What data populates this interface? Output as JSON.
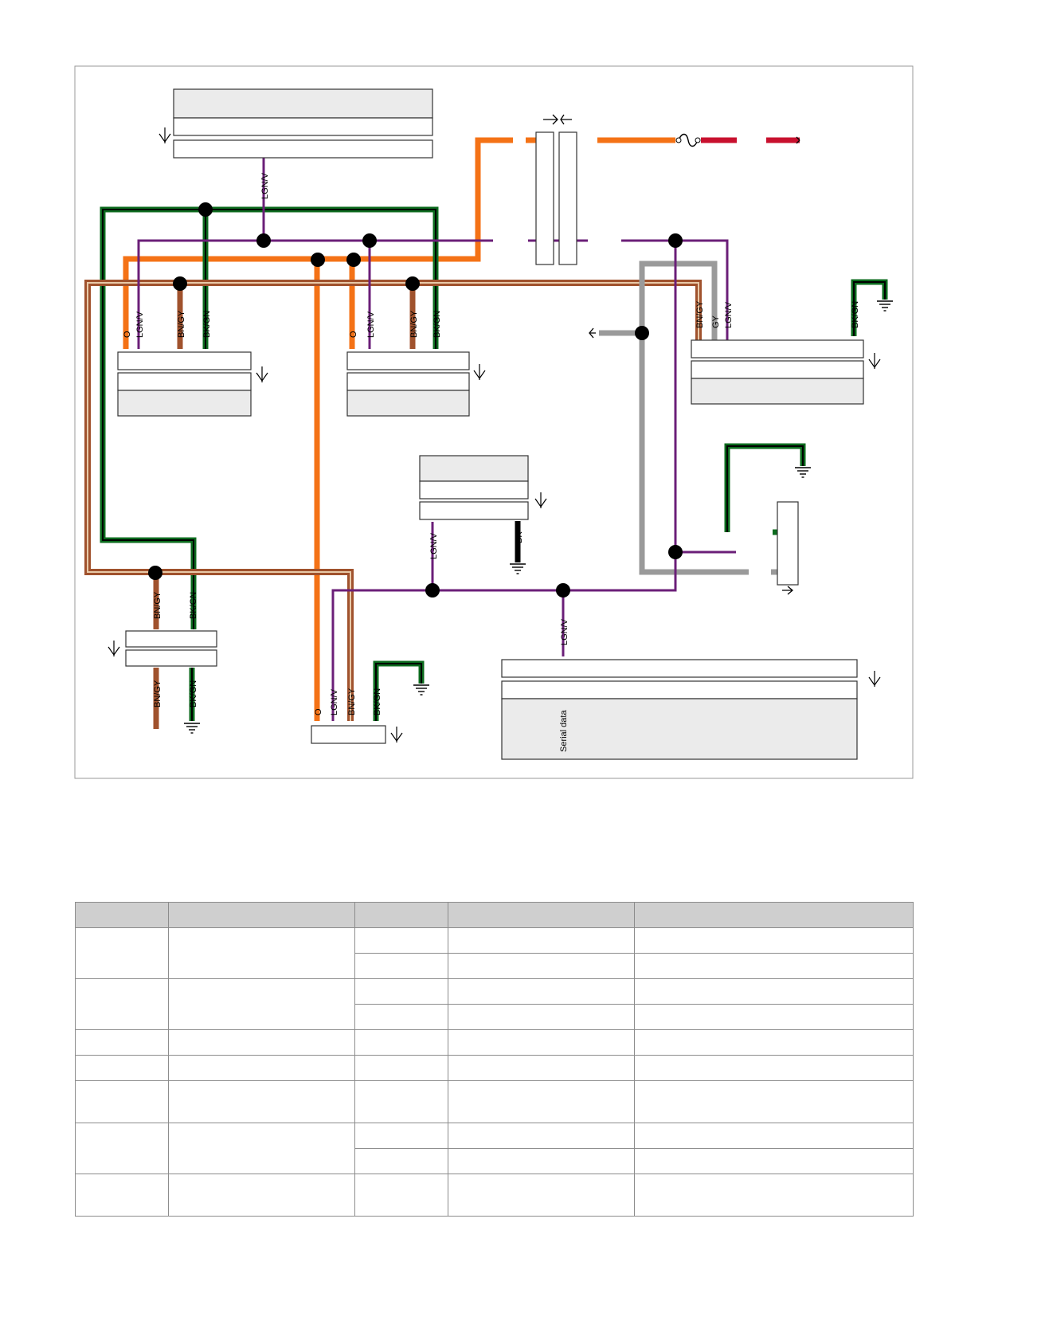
{
  "diagram": {
    "wire_labels": {
      "lgn_v": "LGN/V",
      "bn_gy": "BN/GY",
      "bk_gn": "BK/GN",
      "o": "O",
      "gy": "GY",
      "bk": "BK"
    },
    "serial_data_label": "Serial data",
    "colors": {
      "orange": "#f47216",
      "green": "#0c6b1e",
      "brown": "#a0522d",
      "violet": "#6b1f78",
      "gray": "#9a9a9a",
      "red": "#c8102e",
      "black": "#000000"
    }
  },
  "legend_table": {
    "columns": [
      "",
      "",
      "",
      "",
      ""
    ],
    "rows": [
      {
        "cells": [
          "",
          "",
          "",
          "",
          ""
        ]
      },
      {
        "cells": [
          "",
          "",
          "",
          "",
          ""
        ]
      },
      {
        "cells": [
          "",
          "",
          "",
          "",
          ""
        ]
      },
      {
        "cells": [
          "",
          "",
          "",
          "",
          ""
        ]
      },
      {
        "cells": [
          "",
          "",
          "",
          "",
          ""
        ]
      },
      {
        "cells": [
          "",
          "",
          "",
          "",
          ""
        ]
      },
      {
        "cells": [
          "",
          "",
          "",
          "",
          ""
        ]
      },
      {
        "cells": [
          "",
          "",
          "",
          "",
          ""
        ]
      },
      {
        "cells": [
          "",
          "",
          "",
          "",
          ""
        ]
      },
      {
        "cells": [
          "",
          "",
          "",
          "",
          ""
        ]
      },
      {
        "cells": [
          "",
          "",
          "",
          "",
          ""
        ]
      }
    ]
  }
}
